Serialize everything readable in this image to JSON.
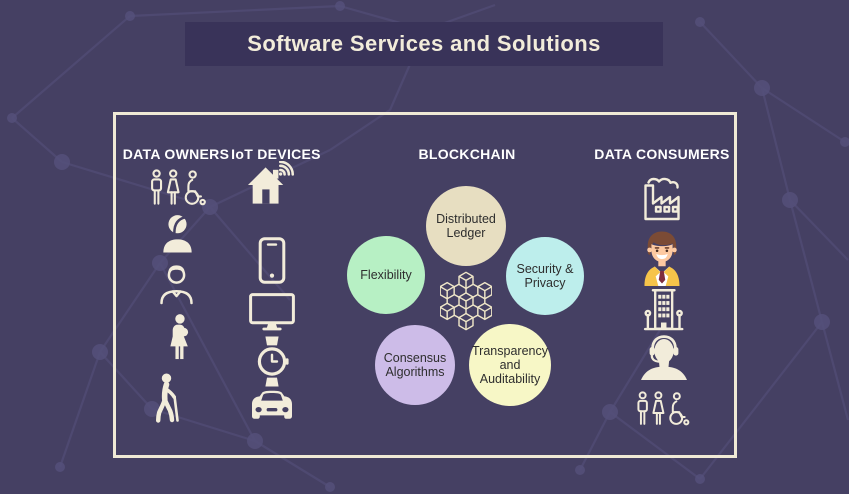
{
  "title": "Software Services and Solutions",
  "panel": {
    "columns": [
      {
        "header": "DATA OWNERS",
        "icons": [
          "family-accessibility-icon",
          "woman-avatar-icon",
          "man-avatar-icon",
          "pregnant-woman-icon",
          "elderly-person-cane-icon"
        ]
      },
      {
        "header": "IoT DEVICES",
        "icons": [
          "smart-home-icon",
          "smartphone-icon",
          "monitor-icon",
          "smartwatch-icon",
          "car-icon"
        ]
      },
      {
        "header": "BLOCKCHAIN",
        "icons": [
          "blockchain-network-icon"
        ]
      },
      {
        "header": "DATA CONSUMERS",
        "icons": [
          "factory-icon",
          "businessman-icon",
          "office-building-icon",
          "support-agent-icon",
          "family-accessibility-icon"
        ]
      }
    ],
    "blockchain_bubbles": [
      {
        "label": "Distributed Ledger",
        "color": "#e7dec1"
      },
      {
        "label": "Flexibility",
        "color": "#b7f0c4"
      },
      {
        "label": "Security & Privacy",
        "color": "#bdeeec"
      },
      {
        "label": "Consensus Algorithms",
        "color": "#cdbce8"
      },
      {
        "label": "Transparency and Auditability",
        "color": "#f7f7c6"
      }
    ]
  },
  "colors": {
    "background": "#454063",
    "banner_bg": "#393359",
    "title_text": "#f2ecda",
    "box_border": "#f0ead6",
    "header_text": "#ffffff",
    "icon_cream": "#f2ecda",
    "bubble_text": "#2e2e2e",
    "network_line": "#5b5582",
    "businessman_jacket": "#f6c44a",
    "businessman_hair": "#7b4b35",
    "businessman_skin": "#fdc9a1",
    "businessman_tie": "#7e2e3e"
  }
}
